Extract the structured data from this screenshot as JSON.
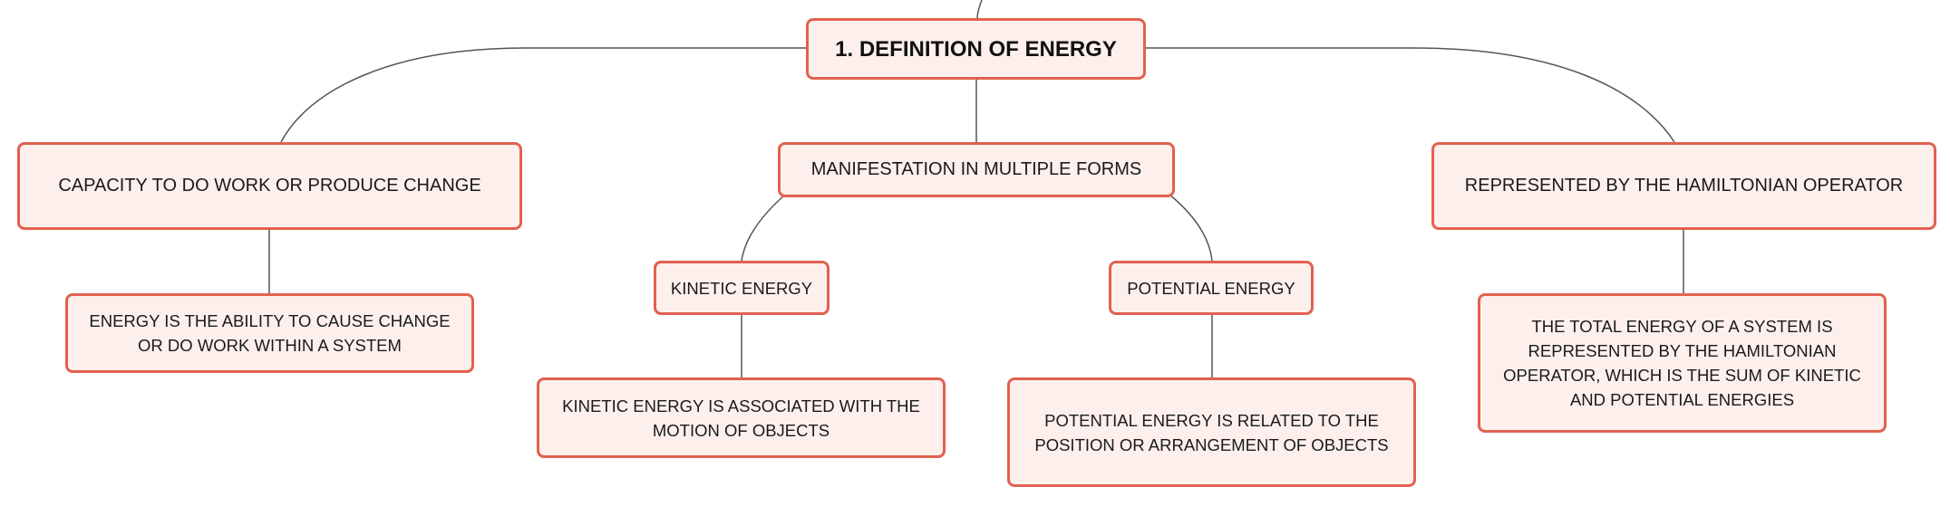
{
  "diagram": {
    "root": {
      "label": "1. DEFINITION OF ENERGY"
    },
    "branches": [
      {
        "label": "CAPACITY TO DO WORK OR PRODUCE CHANGE",
        "children": [
          {
            "label": "ENERGY IS THE ABILITY TO CAUSE CHANGE OR DO WORK WITHIN A SYSTEM"
          }
        ]
      },
      {
        "label": "MANIFESTATION IN MULTIPLE FORMS",
        "children": [
          {
            "label": "KINETIC ENERGY",
            "children": [
              {
                "label": "KINETIC ENERGY IS ASSOCIATED WITH THE MOTION OF OBJECTS"
              }
            ]
          },
          {
            "label": "POTENTIAL ENERGY",
            "children": [
              {
                "label": "POTENTIAL ENERGY IS RELATED TO THE POSITION OR ARRANGEMENT OF OBJECTS"
              }
            ]
          }
        ]
      },
      {
        "label": "REPRESENTED BY THE HAMILTONIAN OPERATOR",
        "children": [
          {
            "label": "THE TOTAL ENERGY OF A SYSTEM IS REPRESENTED BY THE HAMILTONIAN OPERATOR, WHICH IS THE SUM OF KINETIC AND POTENTIAL ENERGIES"
          }
        ]
      }
    ]
  },
  "colors": {
    "node_fill": "#fdf0ec",
    "node_border": "#e2614f",
    "connector": "#555555",
    "text": "#1a1a1a"
  }
}
